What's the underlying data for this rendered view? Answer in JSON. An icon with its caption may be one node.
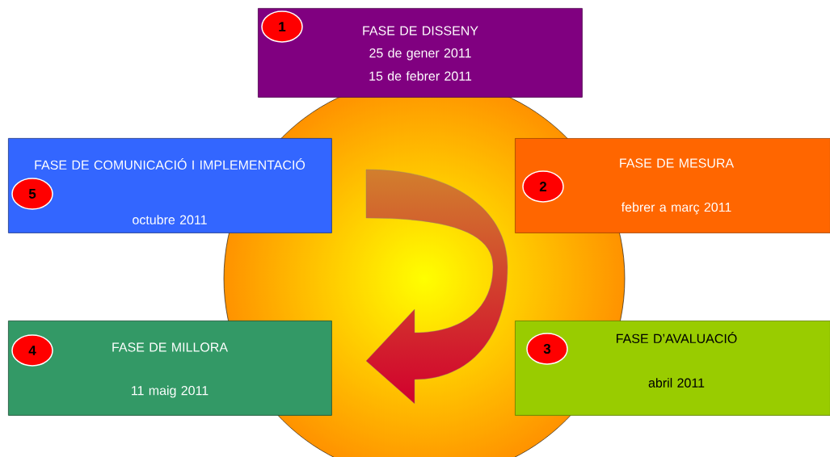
{
  "diagram": {
    "nodes": [
      {
        "text": [
          "FASE DE DISSENY",
          "25 de gener 2011",
          "15 de febrer 2011"
        ]
      },
      {
        "text": [
          "1"
        ],
        "in": 0
      },
      {
        "text": [
          "FASE DE COMUNICACIÓ I IMPLEMENTACIÓ",
          "octubre 2011"
        ]
      },
      {
        "text": [
          "5"
        ],
        "in": 2
      },
      {
        "text": [
          "FASE DE MESURA",
          "febrer a març 2011"
        ]
      },
      {
        "text": [
          "2"
        ],
        "in": 4
      },
      {
        "text": [
          "FASE DE MILLORA",
          "11 maig 2011"
        ]
      },
      {
        "text": [
          "4"
        ],
        "in": 6
      },
      {
        "text": [
          "FASE D’AVALUACIÓ",
          "abril 2011"
        ]
      },
      {
        "text": [
          "3"
        ],
        "in": 8
      }
    ]
  }
}
